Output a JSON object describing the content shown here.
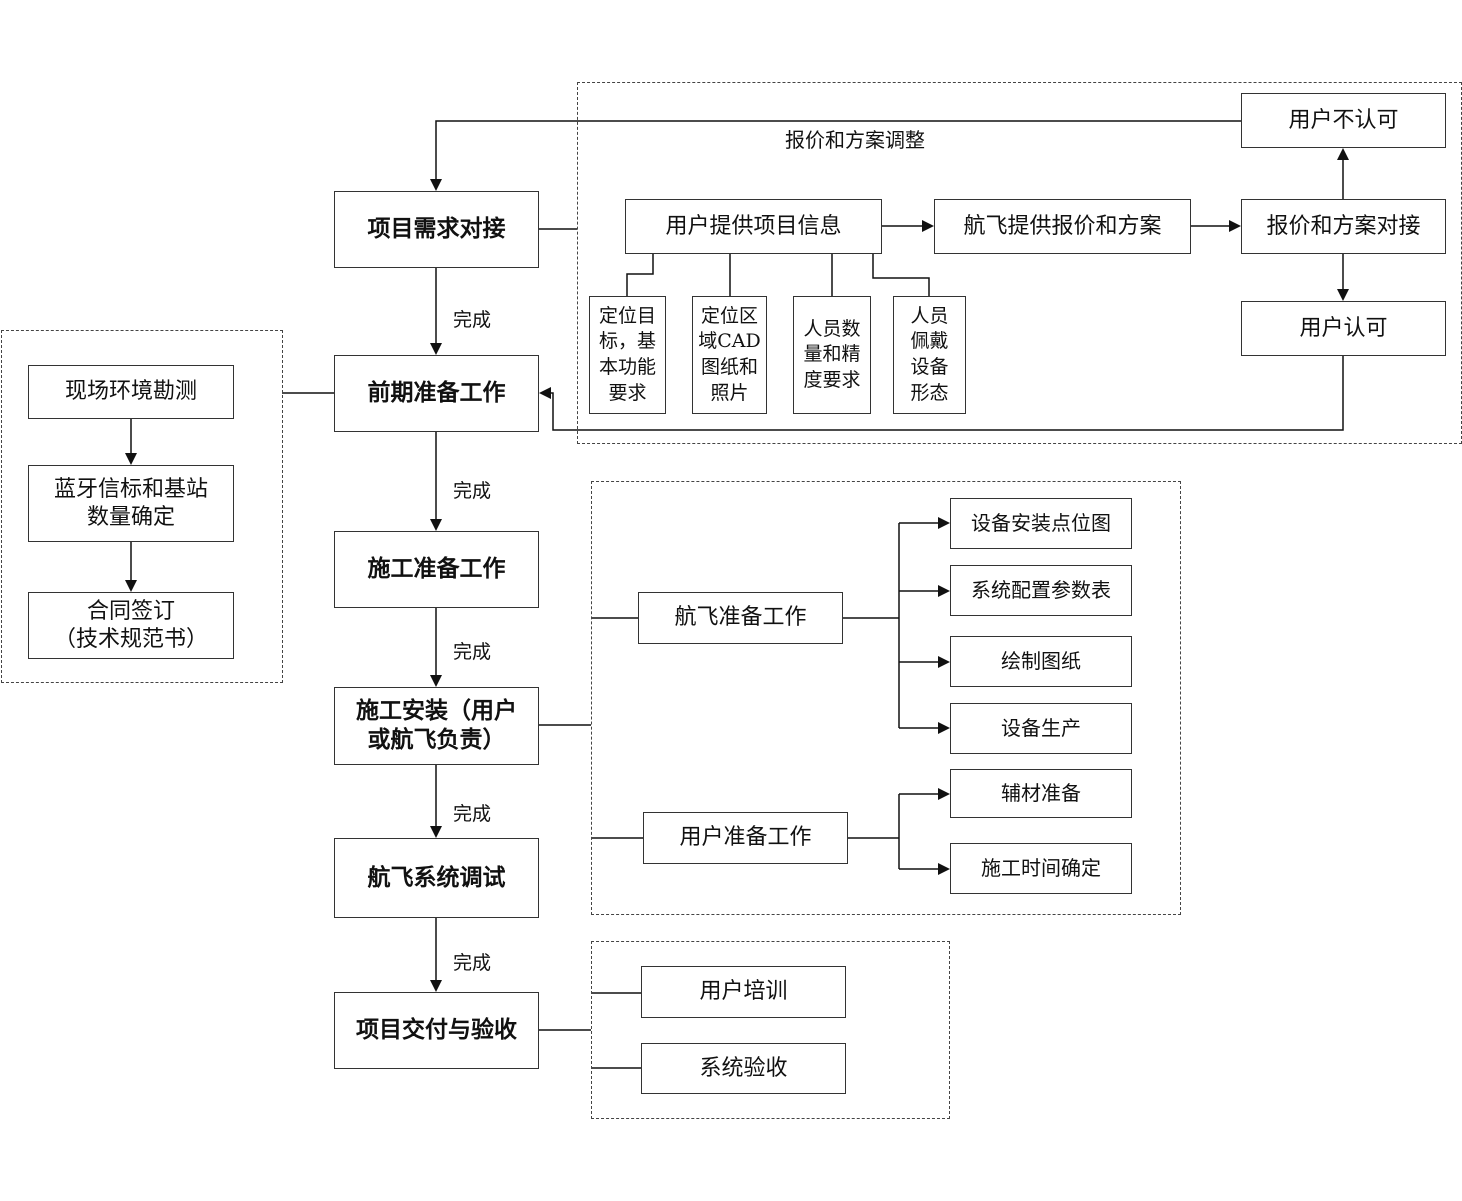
{
  "main_flow": [
    {
      "id": "req",
      "label": "项目需求对接"
    },
    {
      "id": "prep",
      "label": "前期准备工作"
    },
    {
      "id": "cprep",
      "label": "施工准备工作"
    },
    {
      "id": "install",
      "label": "施工安装（用户\n或航飞负责）"
    },
    {
      "id": "debug",
      "label": "航飞系统调试"
    },
    {
      "id": "deliver",
      "label": "项目交付与验收"
    }
  ],
  "flow_edge_label": "完成",
  "requirements_group": {
    "adjust_label": "报价和方案调整",
    "user_info": "用户提供项目信息",
    "hangfei_quote": "航飞提供报价和方案",
    "quote_review": "报价和方案对接",
    "user_reject": "用户不认可",
    "user_accept": "用户认可",
    "info_items": [
      "定位目\n标，基\n本功能\n要求",
      "定位区\n域CAD\n图纸和\n照片",
      "人员数\n量和精\n度要求",
      "人员\n佩戴\n设备\n形态"
    ]
  },
  "preliminary_group": {
    "steps": [
      "现场环境勘测",
      "蓝牙信标和基站\n数量确定",
      "合同签订\n（技术规范书）"
    ]
  },
  "construction_group": {
    "hangfei_prep": "航飞准备工作",
    "hangfei_tasks": [
      "设备安装点位图",
      "系统配置参数表",
      "绘制图纸",
      "设备生产"
    ],
    "user_prep": "用户准备工作",
    "user_tasks": [
      "辅材准备",
      "施工时间确定"
    ]
  },
  "delivery_group": {
    "items": [
      "用户培训",
      "系统验收"
    ]
  }
}
